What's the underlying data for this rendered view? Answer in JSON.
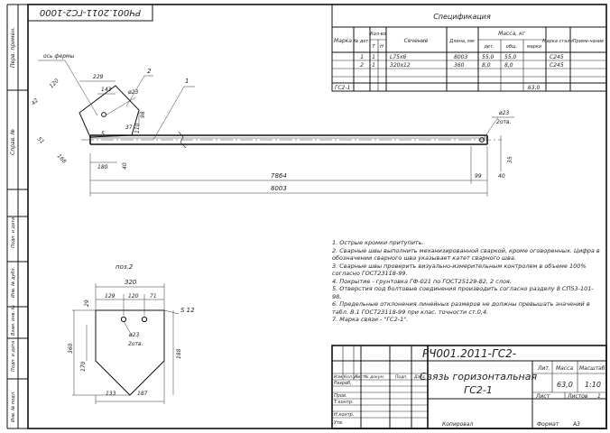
{
  "corner_code": "РЧ001.2011-ГС2-1000",
  "spec": {
    "title": "Спецификация",
    "headers": {
      "mark": "Марка",
      "pos": "№ дет.",
      "qty": "Кол-во",
      "qty_t": "Т",
      "qty_n": "Н",
      "section": "Сечение",
      "length": "Длина, мм",
      "mass": "Масса, кг",
      "mass_det": "дет.",
      "mass_total": "общ.",
      "mass_mark": "марки",
      "steel": "Марка стали",
      "note": "Приме-чание"
    },
    "rows": [
      {
        "pos": "1",
        "qty": "1",
        "section": "L75х6",
        "length": "8003",
        "mass_det": "55,0",
        "mass_total": "55,0",
        "steel": "С245"
      },
      {
        "pos": "2",
        "qty": "1",
        "section": "320х12",
        "length": "360",
        "mass_det": "8,0",
        "mass_total": "8,0",
        "steel": "С245"
      }
    ],
    "mark_name": "ГС2-1",
    "mark_mass": "63,0"
  },
  "main_view": {
    "leader_axis": "ось фермы",
    "pos_label": "1",
    "pos_label_2": "2",
    "hole_label": "ø23",
    "hole_count": "2отв.",
    "dim_229": "229",
    "dim_143": "143",
    "dim_120": "120",
    "dim_42": "42",
    "dim_98": "98",
    "dim_110": "110",
    "dim_5": "5",
    "dim_37": "37",
    "dim_51": "51",
    "dim_166": "166",
    "dim_180": "180",
    "dim_40": "40",
    "dim_7864": "7864",
    "dim_8003": "8003",
    "dim_99": "99",
    "dim_40b": "40",
    "dim_35": "35"
  },
  "pos2": {
    "title": "поз.2",
    "dim_320": "320",
    "dim_129": "129",
    "dim_120": "120",
    "dim_71": "71",
    "dim_29": "29",
    "dim_360": "360",
    "dim_170": "170",
    "dim_188": "188",
    "dim_133": "133",
    "dim_187": "187",
    "weld": "S 12",
    "hole_label": "ø23",
    "hole_count": "2отв."
  },
  "notes": [
    "1. Острые кромки притупить.",
    "2. Сварные швы выполнить механизированной сваркой, кроме оговоренных. Цифра в обозначении сварного шва указывает катет сварного шва.",
    "3. Сварные швы проверить визуально-измерительным контролем в объеме 100% согласно ГОСТ23118-99.",
    "4. Покрытие - грунтовка ГФ-021 по ГОСТ25129-82, 2 слоя.",
    "5. Отверстия под болтовые соединения производить согласно разделу 8 СП53-101-98.",
    "6. Предельные отклонения линейных размеров не должны превышать значений в табл. В.1 ГОСТ23118-99 при клас. точности ст.0,4.",
    "7. Марка связи - \"ГС2-1\"."
  ],
  "stamp": {
    "doc_code": "РЧ001.2011-ГС2-",
    "title_line1": "Связь горизонтальная",
    "title_line2": "ГС2-1",
    "h_izm": "Изм.",
    "h_kol": "Кол.уч.",
    "h_list": "Лист",
    "h_ndoc": "№ докум.",
    "h_podp": "Подп.",
    "h_data": "Дата",
    "razrab": "Разраб.",
    "prov": "Пров.",
    "tkontr": "Т.контр.",
    "nkontr": "Н.контр.",
    "utv": "Утв.",
    "lit_h": "Лит.",
    "mass_h": "Масса",
    "scale_h": "Масштаб",
    "mass": "63,0",
    "scale": "1:10",
    "sheet_h": "Лист",
    "sheets_h": "Листов",
    "sheets": "1"
  },
  "bottom": {
    "copied": "Копировал",
    "format_label": "Формат",
    "format": "А3"
  },
  "side": {
    "perv": "Перв. примен.",
    "sprav": "Справ. №",
    "podp_data": "Подп. и дата",
    "inv_dubl": "Инв. № дубл.",
    "vzam": "Взам. инв. №",
    "podp_data2": "Подп. и дата",
    "inv_podl": "Инв. № подл."
  }
}
